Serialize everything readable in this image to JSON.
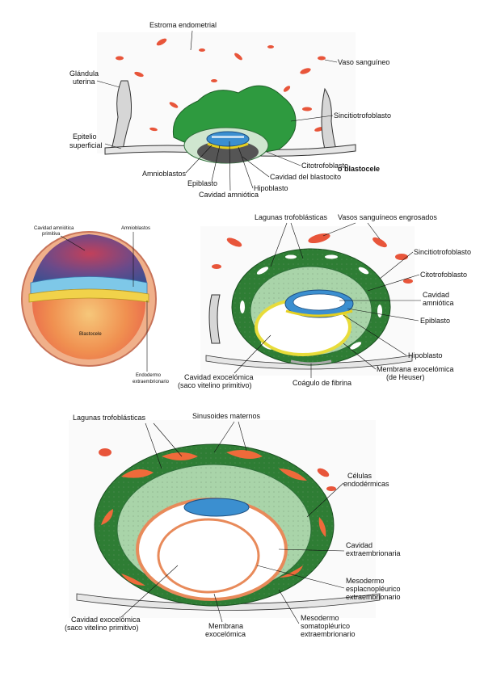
{
  "figure1": {
    "labels": {
      "estroma": "Estroma endometrial",
      "glandula_1": "Glándula",
      "glandula_2": "uterina",
      "vaso": "Vaso sanguíneo",
      "sincitio": "Sincitiotrofoblasto",
      "epitelio_1": "Epitelio",
      "epitelio_2": "superficial",
      "citotrofo": "Citotrofoblasto",
      "blastocele": "o blastocele",
      "amnioblastos": "Amnioblastos",
      "epiblasto": "Epiblasto",
      "cavidad_blastocito": "Cavidad del blastocito",
      "hipoblasto": "Hipoblasto",
      "cavidad_amniotica": "Cavidad amniótica"
    }
  },
  "figure2": {
    "labels": {
      "cavidad_amniotica_1": "Cavidad amniótica",
      "cavidad_amniotica_2": "primitiva",
      "amnioblastos": "Amnioblastos",
      "blastocele": "Blastocele",
      "endodermo_1": "Endodermo",
      "endodermo_2": "extraembrionario"
    }
  },
  "figure3": {
    "labels": {
      "lagunas": "Lagunas trofoblásticas",
      "vasos": "Vasos sanguíneos engrosados",
      "sincitio": "Sincitiotrofoblasto",
      "citotrofo": "Citotrofoblasto",
      "cavidad_amniotica_1": "Cavidad",
      "cavidad_amniotica_2": "amniótica",
      "epiblasto": "Epiblasto",
      "hipoblasto": "Hipoblasto",
      "membrana_1": "Membrana exocelómica",
      "membrana_2": "(de Heuser)",
      "cavidad_exo_1": "Cavidad exocelómica",
      "cavidad_exo_2": "(saco vitelino primitivo)",
      "coagulo": "Coágulo de fibrina"
    }
  },
  "figure4": {
    "labels": {
      "lagunas": "Lagunas trofoblásticas",
      "sinusoides": "Sinusoides maternos",
      "celulas_1": "Células",
      "celulas_2": "endodérmicas",
      "cavidad_extra_1": "Cavidad",
      "cavidad_extra_2": "extraembrionaria",
      "meso_espl_1": "Mesodermo",
      "meso_espl_2": "esplacnopléurico",
      "meso_espl_3": "extraembrionario",
      "meso_soma_1": "Mesodermo",
      "meso_soma_2": "somatopléurico",
      "meso_soma_3": "extraembrionario",
      "cavidad_exo_1": "Cavidad exocelómica",
      "cavidad_exo_2": "(saco vitelino primitivo)",
      "membrana_1": "Membrana",
      "membrana_2": "exocelómica"
    }
  }
}
